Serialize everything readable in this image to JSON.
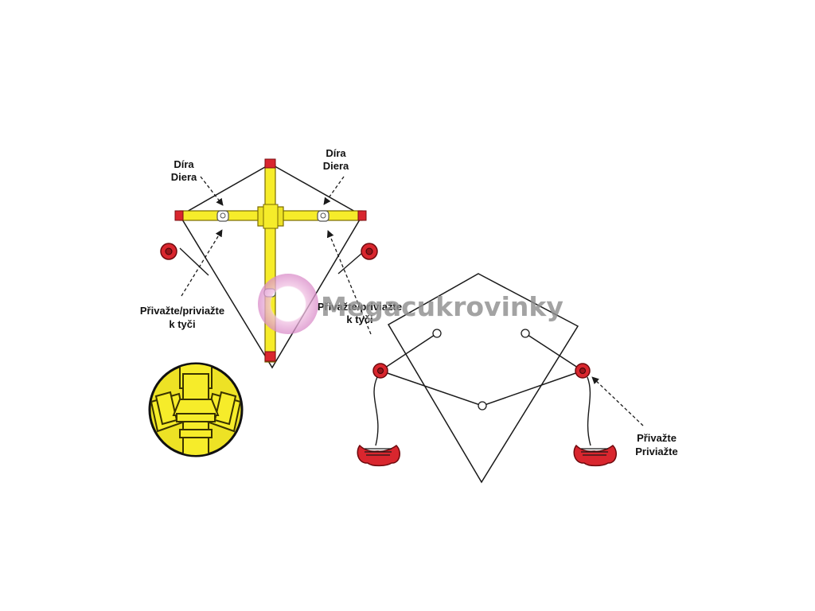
{
  "labels": {
    "hole_left_1": "Díra",
    "hole_left_2": "Diera",
    "hole_right_1": "Díra",
    "hole_right_2": "Diera",
    "tie_left_1": "Přivažte/priviažte",
    "tie_left_2": "k tyči",
    "tie_right_1": "Přivažte/priviažte",
    "tie_right_2": "k tyči",
    "tie_handle_1": "Přivažte",
    "tie_handle_2": "Priviažte"
  },
  "watermark": {
    "text": "Megacukrovinky"
  },
  "colors": {
    "spar_yellow": "#f6ec2a",
    "spar_outline": "#7a6a00",
    "cap_red": "#d9262e",
    "line": "#1a1a1a",
    "hub_yellow": "#ede225",
    "watermark_ring": "#e9a8d8"
  },
  "icons": {
    "hole": "hole-ring-icon",
    "ring": "red-ring-icon",
    "handle": "red-handle-icon",
    "hub": "spar-connector-icon"
  }
}
